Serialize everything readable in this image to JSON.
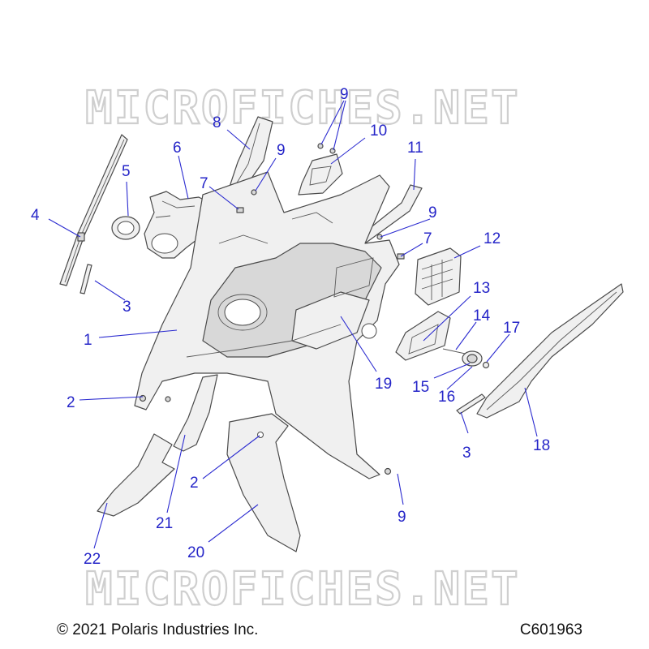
{
  "watermark_top": "MICROFICHES.NET",
  "watermark_bottom": "MICROFICHES.NET",
  "copyright": "© 2021 Polaris Industries Inc.",
  "figure_code": "C601963",
  "callouts": {
    "c1": "1",
    "c2a": "2",
    "c2b": "2",
    "c3a": "3",
    "c3b": "3",
    "c4": "4",
    "c5": "5",
    "c6": "6",
    "c7a": "7",
    "c7b": "7",
    "c8": "8",
    "c9a": "9",
    "c9b": "9",
    "c9c": "9",
    "c9d": "9",
    "c10": "10",
    "c11": "11",
    "c12": "12",
    "c13": "13",
    "c14": "14",
    "c15": "15",
    "c16": "16",
    "c17": "17",
    "c18": "18",
    "c19": "19",
    "c20": "20",
    "c21": "21",
    "c22": "22"
  },
  "colors": {
    "callout": "#2525c8",
    "line_art": "#4a4a4a",
    "watermark": "#cfcfcf"
  }
}
